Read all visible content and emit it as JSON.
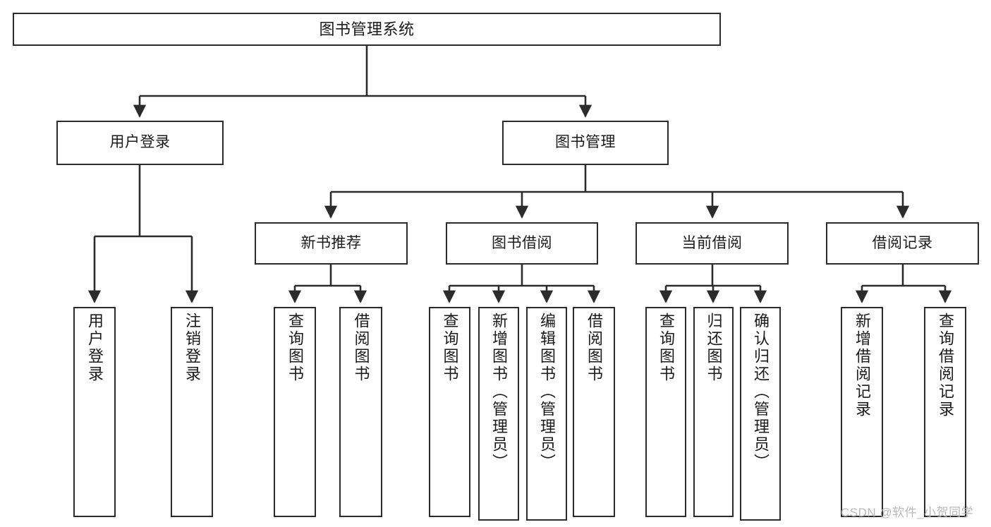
{
  "diagram": {
    "title": "图书管理系统",
    "type": "功能结构图",
    "watermark": "CSDN @软件_小贺同学",
    "colors": {
      "node_border": "#2b2b2b",
      "node_fill": "#ffffff",
      "connector": "#2b2b2b",
      "text": "#1a1a1a",
      "watermark": "#b9b9b9",
      "background": "#ffffff"
    }
  },
  "nodes": {
    "root": {
      "label": "图书管理系统"
    },
    "level2": [
      {
        "label": "用户登录"
      },
      {
        "label": "图书管理"
      }
    ],
    "level3": [
      {
        "label": "新书推荐"
      },
      {
        "label": "图书借阅"
      },
      {
        "label": "当前借阅"
      },
      {
        "label": "借阅记录"
      }
    ],
    "leaves": [
      {
        "label": "用户登录",
        "parent": "用户登录"
      },
      {
        "label": "注销登录",
        "parent": "用户登录"
      },
      {
        "label": "查询图书",
        "parent": "新书推荐"
      },
      {
        "label": "借阅图书",
        "parent": "新书推荐"
      },
      {
        "label": "查询图书",
        "parent": "图书借阅"
      },
      {
        "label": "新增图书（管理员）",
        "parent": "图书借阅"
      },
      {
        "label": "编辑图书（管理员）",
        "parent": "图书借阅"
      },
      {
        "label": "借阅图书",
        "parent": "图书借阅"
      },
      {
        "label": "查询图书",
        "parent": "当前借阅"
      },
      {
        "label": "归还图书",
        "parent": "当前借阅"
      },
      {
        "label": "确认归还（管理员）",
        "parent": "当前借阅"
      },
      {
        "label": "新增借阅记录",
        "parent": "借阅记录"
      },
      {
        "label": "查询借阅记录",
        "parent": "借阅记录"
      }
    ]
  }
}
